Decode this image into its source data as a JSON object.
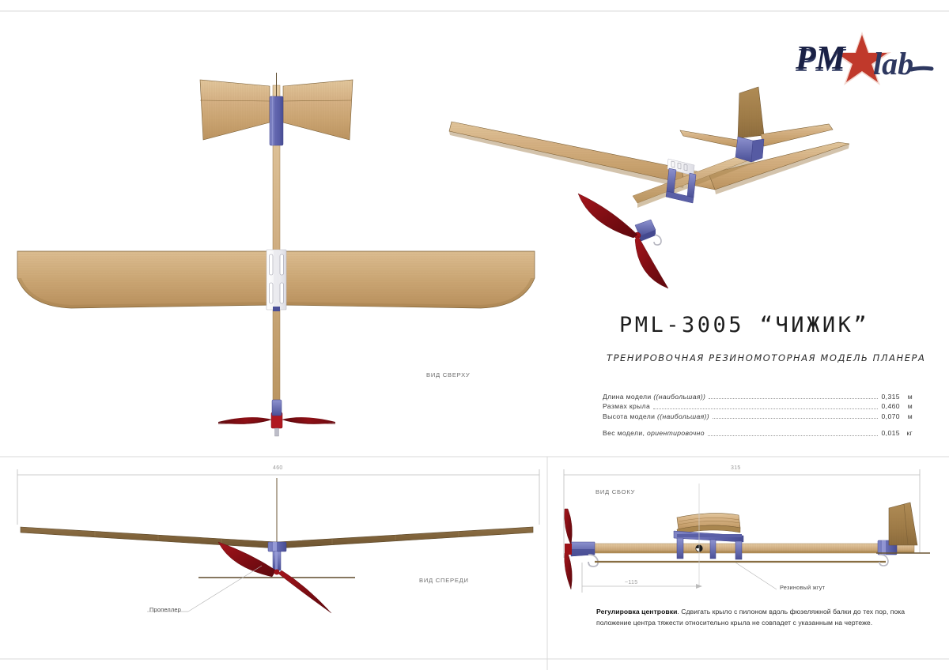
{
  "document": {
    "title": "PML-3005  “ЧИЖИК”",
    "subtitle": "ТРЕНИРОВОЧНАЯ  РЕЗИНОМОТОРНАЯ  МОДЕЛЬ  ПЛАНЕРА"
  },
  "logo": {
    "text_left": "PM",
    "text_right": "lab",
    "star_color": "#c0392b",
    "text_color": "#2e3860"
  },
  "specs": [
    {
      "label_main": "Длина модели ",
      "label_italic": "(наибольшая)",
      "value": "0,315",
      "unit": "м",
      "gap": false
    },
    {
      "label_main": "Размах крыла",
      "label_italic": "",
      "value": "0,460",
      "unit": "м",
      "gap": false
    },
    {
      "label_main": "Высота модели ",
      "label_italic": "(наибольшая)",
      "value": "0,070",
      "unit": "м",
      "gap": false
    },
    {
      "label_main": "Вес модели, ",
      "label_italic": "ориентировочно",
      "value": "0,015",
      "unit": "кг",
      "gap": true
    }
  ],
  "views": {
    "top": "ВИД СВЕРХУ",
    "front": "ВИД СПЕРЕДИ",
    "side": "ВИД СБОКУ"
  },
  "callouts": {
    "propeller": "Пропеллер",
    "rubber_band": "Резиновый жгут"
  },
  "dimensions": {
    "wingspan": "460",
    "length": "315",
    "cg_position": "~115"
  },
  "note": {
    "bold": "Регулировка центровки",
    "rest": ". Сдвигать крыло с пилоном вдоль фюзеляжной балки до тех пор, пока положение центра тяжести относительно крыла не совпадет с указанным на чертеже."
  },
  "colors": {
    "wood_light": "#d9b98a",
    "wood_mid": "#c49a63",
    "wood_dark": "#9c7743",
    "blue_mount": "#6a6fb5",
    "blue_mount_dark": "#494f9c",
    "prop_red": "#8e1016",
    "prop_red_dark": "#6d0a10",
    "line_gray": "#9b9b9b",
    "outline": "#6b5634"
  }
}
